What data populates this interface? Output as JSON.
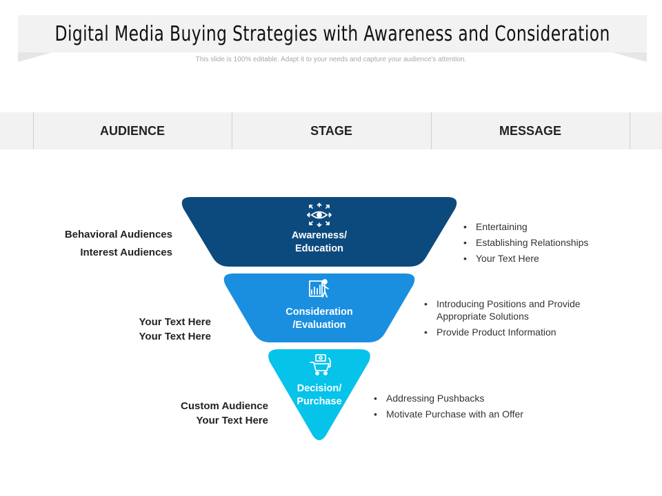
{
  "header": {
    "title": "Digital Media Buying Strategies with Awareness and Consideration",
    "subtitle": "This slide is 100% editable. Adapt it to your needs and capture your audience's attention."
  },
  "columns": [
    "AUDIENCE",
    "STAGE",
    "MESSAGE"
  ],
  "colors": {
    "stage1": "#0c4a7e",
    "stage2": "#1a8fe0",
    "stage3": "#06c3ea",
    "band": "#f2f2f2"
  },
  "stages": [
    {
      "label_line1": "Awareness/",
      "label_line2": "Education",
      "icon": "eye-arrows-icon",
      "audience": [
        "Behavioral Audiences",
        "Interest Audiences"
      ],
      "messages": [
        "Entertaining",
        "Establishing Relationships",
        "Your Text Here"
      ]
    },
    {
      "label_line1": "Consideration",
      "label_line2": "/Evaluation",
      "icon": "person-chart-icon",
      "audience": [
        "Your Text Here",
        "Your Text Here"
      ],
      "messages": [
        "Introducing Positions and Provide Appropriate Solutions",
        "Provide Product Information"
      ]
    },
    {
      "label_line1": "Decision/",
      "label_line2": "Purchase",
      "icon": "cart-money-icon",
      "audience": [
        "Custom Audience",
        "Your Text Here"
      ],
      "messages": [
        "Addressing Pushbacks",
        "Motivate Purchase with an Offer"
      ]
    }
  ]
}
